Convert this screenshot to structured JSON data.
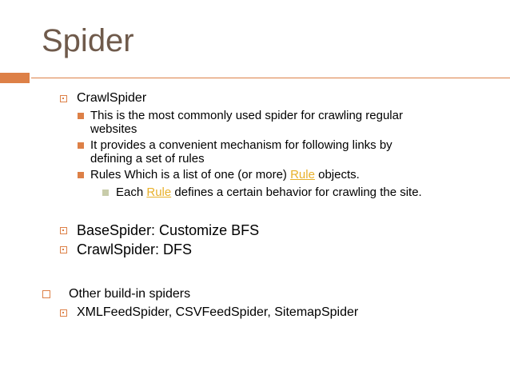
{
  "slide": {
    "title": "Spider",
    "colors": {
      "accent": "#dd8047",
      "title": "#6f5a4b",
      "link": "#e8b02a",
      "pale_marker": "#c8ccaa"
    },
    "crawlspider": {
      "label": "CrawlSpider",
      "bullet1_line1": "This is the most commonly used spider for crawling regular",
      "bullet1_line2": "websites",
      "bullet2_line1": "It provides a convenient mechanism for following links by",
      "bullet2_line2": "defining a set of rules",
      "bullet3_before": "Rules Which is a list of one (or more) ",
      "bullet3_link": "Rule",
      "bullet3_after": " objects.",
      "sub_before": "Each ",
      "sub_link": "Rule",
      "sub_after": " defines a certain behavior for crawling the site."
    },
    "basespider": "BaseSpider: Customize BFS",
    "crawlspider_dfs": "CrawlSpider: DFS",
    "other": {
      "label": "Other build-in spiders",
      "list": "XMLFeedSpider, CSVFeedSpider, SitemapSpider"
    }
  }
}
